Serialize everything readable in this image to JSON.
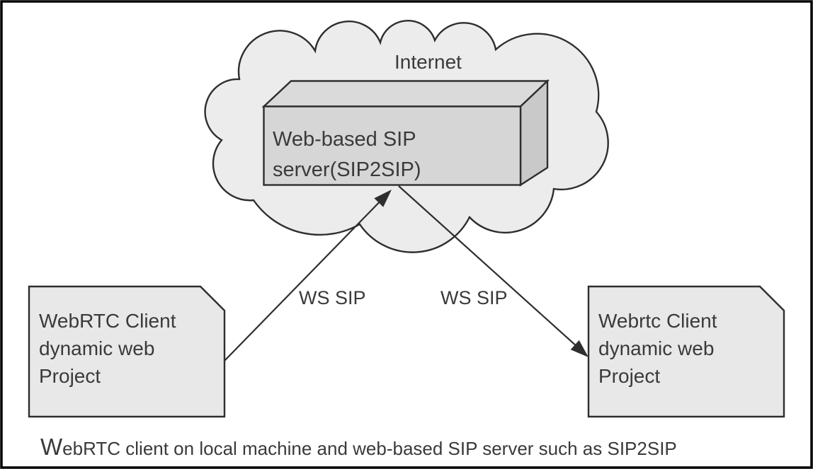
{
  "figure": {
    "internet_label": "Internet",
    "server": {
      "line1": "Web-based SIP",
      "line2": "server(SIP2SIP)"
    },
    "left_client": {
      "line1": "WebRTC Client",
      "line2": "dynamic web",
      "line3": "Project"
    },
    "right_client": {
      "line1": "Webrtc Client",
      "line2": "dynamic web",
      "line3": "Project"
    },
    "left_connection_label": "WS SIP",
    "right_connection_label": "WS SIP",
    "caption_lead": "W",
    "caption_rest": "ebRTC client on local machine and web-based SIP server such as SIP2SIP",
    "colors": {
      "cloud_fill": "#ececec",
      "client_box_fill": "#e8e8e8",
      "server_front_fill": "#d6d6d6",
      "server_top_fill": "#dadada",
      "server_side_fill": "#c9c9c9",
      "stroke": "#2e2e2e",
      "text": "#3a3a3a"
    }
  }
}
